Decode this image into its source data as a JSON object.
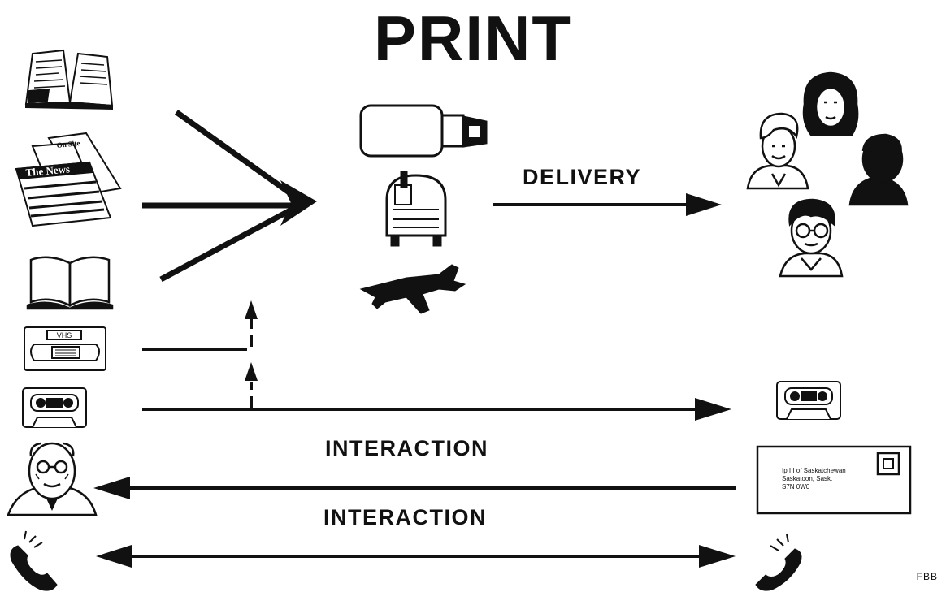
{
  "title": "PRINT",
  "labels": {
    "delivery": "DELIVERY",
    "interaction_top": "INTERACTION",
    "interaction_bottom": "INTERACTION",
    "credit": "FBB"
  },
  "icons": {
    "magazine": "magazine-icon",
    "newspapers": "newspapers-icon",
    "newspaper_masthead": "The News",
    "newspaper_masthead_back": "On Site",
    "book": "book-icon",
    "vhs": "vhs-tape-icon",
    "vhs_label": "VHS",
    "cassette_left": "cassette-icon",
    "presenter": "presenter-icon",
    "phone_left": "telephone-icon",
    "truck": "truck-icon",
    "mailbox": "mailbox-icon",
    "airplane": "airplane-icon",
    "audience": "audience-icon",
    "cassette_right": "cassette-icon",
    "envelope": "envelope-icon",
    "phone_right": "telephone-icon"
  },
  "envelope_address": [
    "Ip I I of Saskatchewan",
    "Saskatoon, Sask.",
    "S7N 0W0"
  ]
}
